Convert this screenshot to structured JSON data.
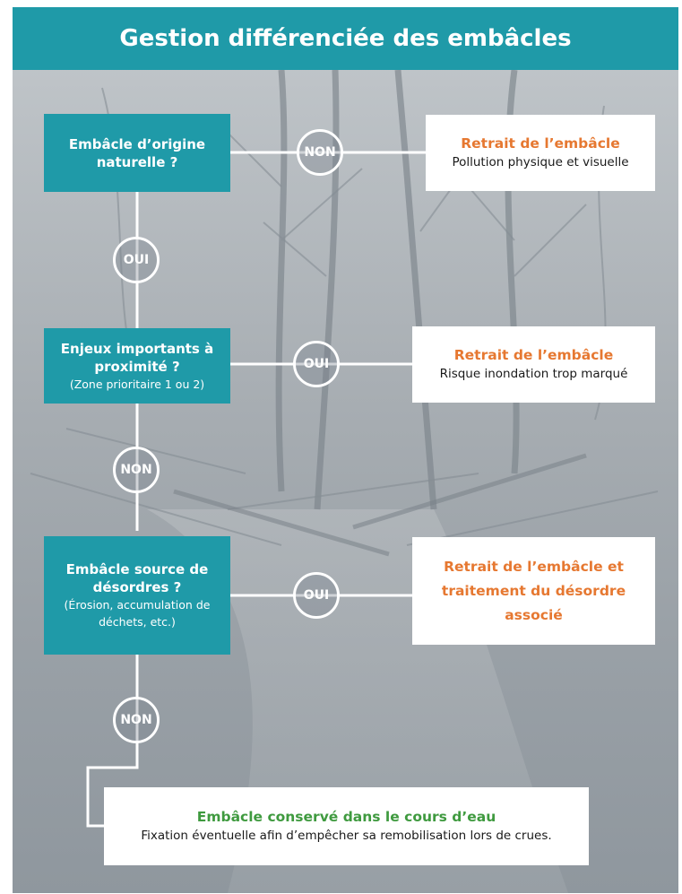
{
  "title": "Gestion différenciée des embâcles",
  "questions": [
    {
      "title": "Embâcle d’origine naturelle ?",
      "sub": ""
    },
    {
      "title": "Enjeux importants à proximité ?",
      "sub": "(Zone prioritaire 1 ou 2)"
    },
    {
      "title": "Embâcle source de désordres ?",
      "sub": "(Érosion, accumulation de déchets, etc.)"
    }
  ],
  "branch_labels": [
    "NON",
    "OUI",
    "OUI"
  ],
  "flow_labels": [
    "OUI",
    "NON",
    "NON"
  ],
  "outcomes": [
    {
      "title": "Retrait de l’embâcle",
      "desc": "Pollution physique et visuelle"
    },
    {
      "title": "Retrait de l’embâcle",
      "desc": "Risque inondation trop marqué"
    },
    {
      "title": "Retrait de l’embâcle et traitement du désordre associé",
      "desc": ""
    }
  ],
  "final": {
    "title": "Embâcle conservé dans le cours d’eau",
    "desc": "Fixation éventuelle afin d’empêcher sa remobilisation lors de crues."
  },
  "colors": {
    "teal": "#1f9aa8",
    "orange": "#e67831",
    "green": "#3f9a3f",
    "background_photo": "#9aa3ab"
  }
}
